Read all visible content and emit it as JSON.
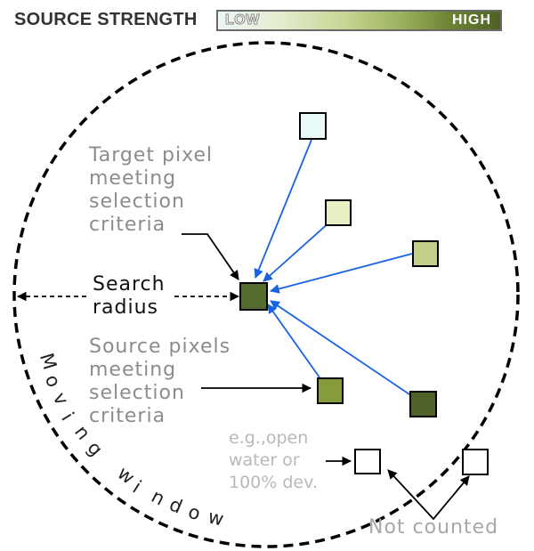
{
  "legend": {
    "title": "SOURCE STRENGTH",
    "low": "LOW",
    "high": "HIGH",
    "gradient": [
      "#ecf7f7",
      "#e4eccf",
      "#c6d694",
      "#9cb15d",
      "#6e8434",
      "#4f6226"
    ]
  },
  "labels": {
    "target": [
      "Target pixel",
      "meeting",
      "selection",
      "criteria"
    ],
    "search_radius": [
      "Search",
      "radius"
    ],
    "source": [
      "Source pixels",
      "meeting",
      "selection",
      "criteria"
    ],
    "excluded": [
      "e.g.,open",
      "water or",
      "100% dev."
    ],
    "not_counted": "Not counted",
    "moving_window": "Moving window"
  },
  "colors": {
    "target_pixel": "#556b2f",
    "arrow_blue": "#1a63e0",
    "window_border": "#000000",
    "source_pixels": [
      "#eaf8f8",
      "#e9efc4",
      "#c2d08a",
      "#869b3c",
      "#4f6128"
    ],
    "excluded_pixels": "#ffffff"
  }
}
